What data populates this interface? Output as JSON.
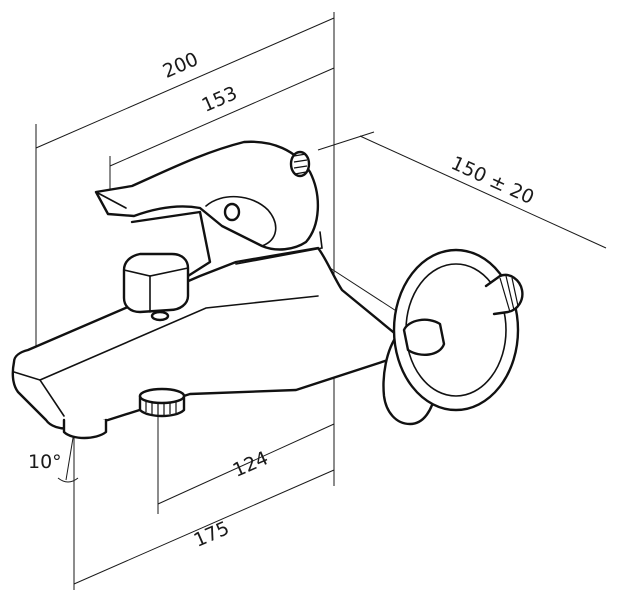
{
  "dimensions": {
    "overall_width": "200",
    "handle_width": "153",
    "connection_spacing": "150 ± 20",
    "outlet_offset": "124",
    "total_depth": "175",
    "spout_angle": "10°"
  }
}
